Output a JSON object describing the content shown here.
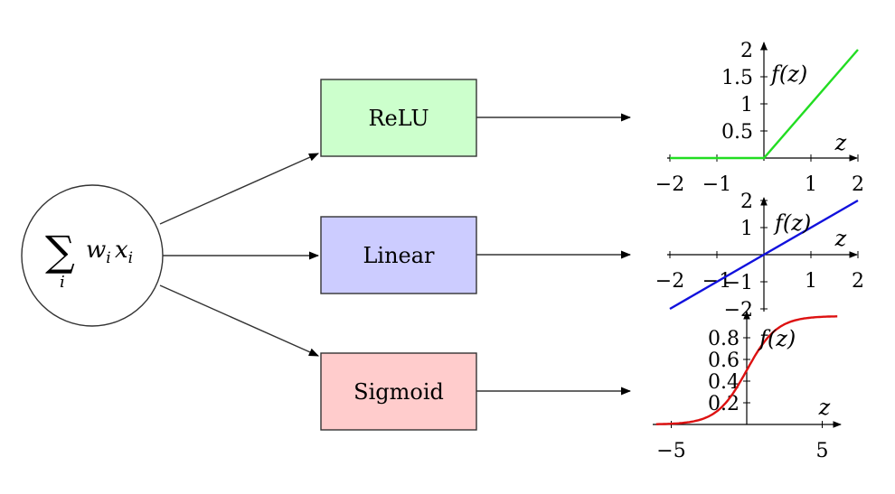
{
  "neuron": {
    "sum_symbol": "∑",
    "sum_index": "i",
    "term_w": "w",
    "term_x": "x",
    "sub_i": "i"
  },
  "activations": [
    {
      "label": "ReLU",
      "fill": "#ccffcc",
      "curve": "#22dd22"
    },
    {
      "label": "Linear",
      "fill": "#ccccff",
      "curve": "#1111dd"
    },
    {
      "label": "Sigmoid",
      "fill": "#ffcccc",
      "curve": "#dd1111"
    }
  ],
  "colors": {
    "stroke": "#333333",
    "axis": "#000000"
  },
  "chart_data": [
    {
      "type": "line",
      "function": "relu",
      "x": [
        -2,
        0,
        2
      ],
      "y": [
        0,
        0,
        2
      ],
      "xlabel": "z",
      "ylabel": "f(z)",
      "xlim": [
        -2,
        2
      ],
      "ylim": [
        0,
        2
      ],
      "xticks": [
        "−2",
        "−1",
        "1",
        "2"
      ],
      "yticks": [
        "0.5",
        "1",
        "1.5",
        "2"
      ]
    },
    {
      "type": "line",
      "function": "linear",
      "x": [
        -2,
        2
      ],
      "y": [
        -2,
        2
      ],
      "xlabel": "z",
      "ylabel": "f(z)",
      "xlim": [
        -2,
        2
      ],
      "ylim": [
        -2,
        2
      ],
      "xticks": [
        "−2",
        "−1",
        "1",
        "2"
      ],
      "yticks": [
        "−2",
        "−1",
        "1",
        "2"
      ]
    },
    {
      "type": "line",
      "function": "sigmoid",
      "x": [
        -6,
        -5,
        -4,
        -3,
        -2,
        -1,
        0,
        1,
        2,
        3,
        4,
        5,
        6
      ],
      "y": [
        0.0025,
        0.0067,
        0.018,
        0.047,
        0.119,
        0.269,
        0.5,
        0.731,
        0.881,
        0.953,
        0.982,
        0.993,
        0.9975
      ],
      "xlabel": "z",
      "ylabel": "f(z)",
      "xlim": [
        -6,
        6
      ],
      "ylim": [
        0,
        1
      ],
      "xticks": [
        "−5",
        "5"
      ],
      "yticks": [
        "0.2",
        "0.4",
        "0.6",
        "0.8"
      ]
    }
  ]
}
